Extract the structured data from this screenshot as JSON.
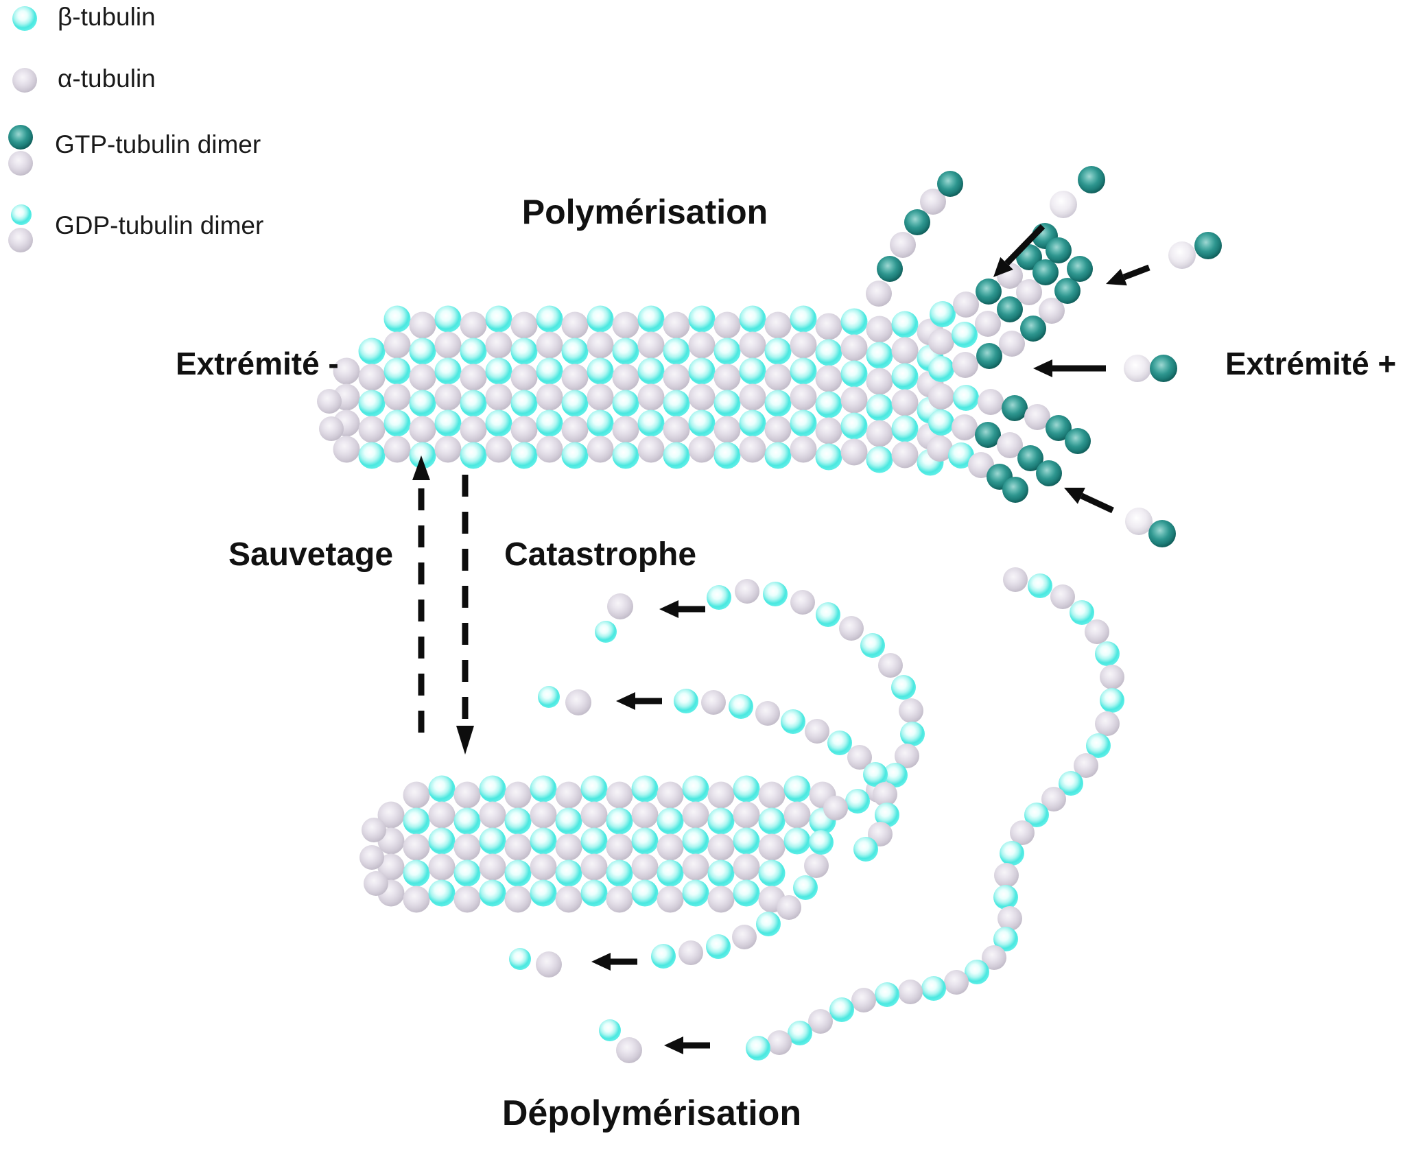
{
  "figure": {
    "title_top": "Polymérisation",
    "title_bottom": "Dépolymérisation",
    "label_minus_end": "Extrémité -",
    "label_plus_end": "Extrémité +",
    "label_rescue": "Sauvetage",
    "label_catastrophe": "Catastrophe"
  },
  "legend": {
    "items": [
      {
        "id": "beta-tubulin",
        "label": "β-tubulin",
        "swatch": "cyan-sphere"
      },
      {
        "id": "alpha-tubulin",
        "label": "α-tubulin",
        "swatch": "gray-sphere"
      },
      {
        "id": "gtp-dimer",
        "label": "GTP-tubulin dimer",
        "swatch": "teal-over-gray-dimer"
      },
      {
        "id": "gdp-dimer",
        "label": "GDP-tubulin dimer",
        "swatch": "cyan-over-gray-dimer"
      }
    ]
  },
  "palette": {
    "background": "#ffffff",
    "arrow_black": "#0d0d0d",
    "text_black": "#111111",
    "beta_cyan": {
      "core": "#ffffff",
      "halo": "#eafffd",
      "mid": "#aef6f1",
      "ring": "#4ae8e0",
      "edge": "#5feee7"
    },
    "alpha_gray": {
      "core": "#f7f5f8",
      "halo": "#ece8f0",
      "mid": "#e0dbe5",
      "ring": "#d2ccd8",
      "edge": "#c3bdca"
    },
    "free_gray": {
      "core": "#ffffff",
      "halo": "#f6f4f8",
      "mid": "#efecf2",
      "ring": "#e0dce4",
      "edge": "#cfcad6"
    },
    "gtp_teal": {
      "core": "#9fd8d3",
      "halo": "#5cb5ae",
      "mid": "#2e968f",
      "ring": "#1d7d78",
      "edge": "#115f5b"
    }
  }
}
